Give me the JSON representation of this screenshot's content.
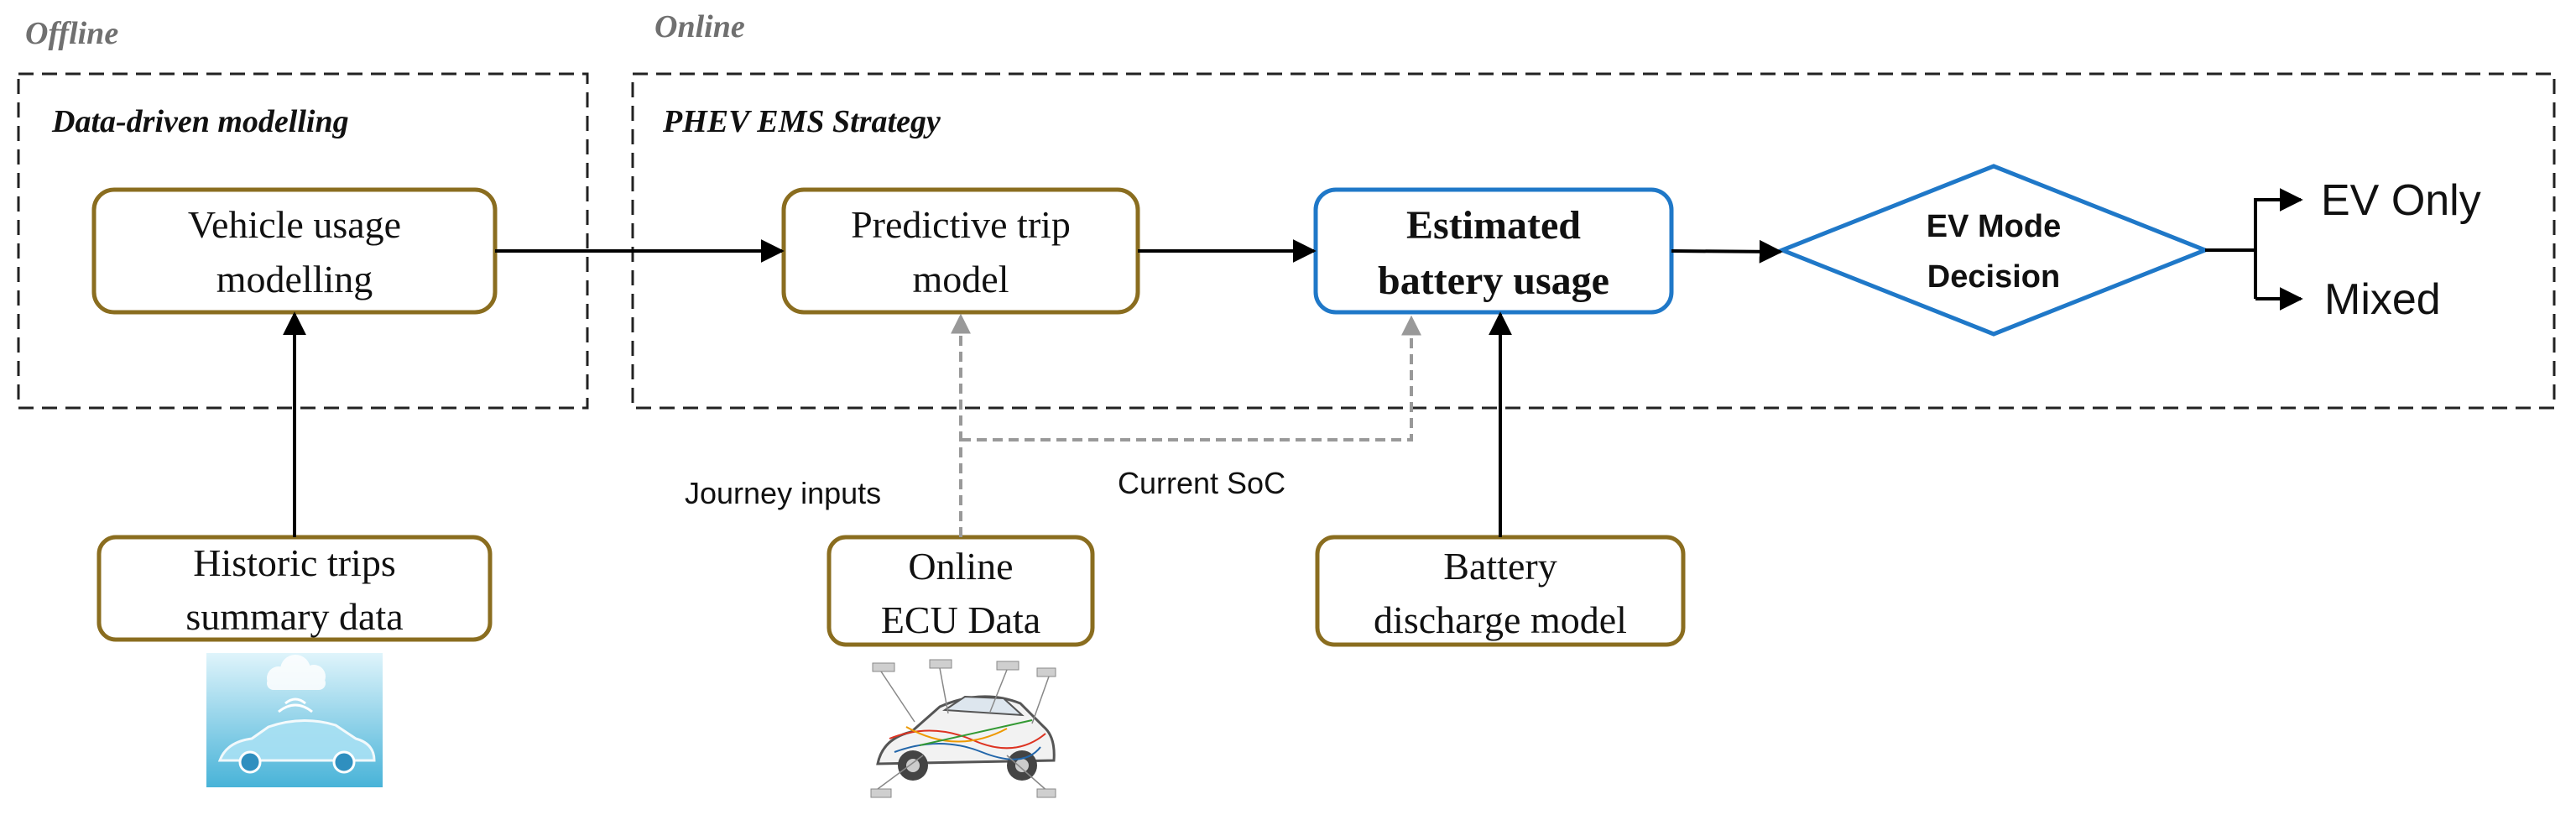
{
  "regions": {
    "offline_label": "Offline",
    "online_label": "Online",
    "offline_section_title": "Data-driven modelling",
    "online_section_title": "PHEV EMS Strategy"
  },
  "nodes": {
    "vehicle_usage": {
      "line1": "Vehicle usage",
      "line2": "modelling"
    },
    "predictive_trip": {
      "line1": "Predictive trip",
      "line2": "model"
    },
    "estimated_battery": {
      "line1": "Estimated",
      "line2": "battery usage"
    },
    "ev_mode_decision": {
      "line1": "EV Mode",
      "line2": "Decision"
    },
    "historic_trips": {
      "line1": "Historic trips",
      "line2": "summary data"
    },
    "online_ecu": {
      "line1": "Online",
      "line2": "ECU Data"
    },
    "battery_discharge": {
      "line1": "Battery",
      "line2": "discharge model"
    }
  },
  "outputs": {
    "ev_only": "EV Only",
    "mixed": "Mixed"
  },
  "edge_labels": {
    "journey_inputs": "Journey inputs",
    "current_soc": "Current SoC"
  },
  "icons": {
    "cloud_car": "cloud-connected-car-icon",
    "car_wiring": "car-wiring-diagram-icon"
  },
  "colors": {
    "box_border": "#8a6d1f",
    "blue_border": "#1f78c8",
    "dashed_arrow": "#999999",
    "region_border": "#222222",
    "region_label": "#707070"
  }
}
